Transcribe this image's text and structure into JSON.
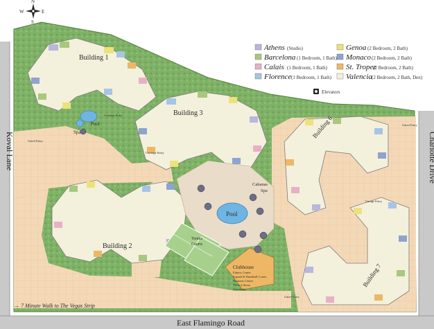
{
  "compass": {
    "n": "N",
    "s": "S",
    "e": "E",
    "w": "W"
  },
  "roads": {
    "left": "Koval Lane",
    "right": "Charlotte Drive",
    "bottom": "East Flamingo Road"
  },
  "walk_note": "7 Minute Walk to The Vegas Strip",
  "buildings": {
    "b1": "Building 1",
    "b2": "Building 2",
    "b3": "Building 3",
    "b6": "Building 6",
    "b7": "Building 7"
  },
  "amenities": {
    "pool_small": "Pool",
    "spa_small": "Spa",
    "pool_main": "Pool",
    "cabanas_line1": "Cabanas",
    "cabanas_line2": "Spa",
    "tennis_line1": "Tennis",
    "tennis_line2": "Courts",
    "clubhouse_title": "Clubhouse",
    "clubhouse_lines": [
      "Fitness Center",
      "Squash & Handball Courts",
      "Business Center",
      "Video Library",
      "Concierge"
    ]
  },
  "gates": {
    "gated_entry": "Gated Entry",
    "garage_entry": "Garage Entry",
    "carriage_entry": "Carriage Entry"
  },
  "legend": {
    "items": [
      {
        "name": "Athens",
        "desc": "(Studio)",
        "color": "#b9b7dc"
      },
      {
        "name": "Barcelona",
        "desc": "(1 Bedroom, 1 Bath)",
        "color": "#a9c77e"
      },
      {
        "name": "Calais",
        "desc": "(1 Bedroom, 1 Bath)",
        "color": "#e7b0c8"
      },
      {
        "name": "Florence",
        "desc": "(1 Bedroom, 1 Bath)",
        "color": "#a8c4e4"
      },
      {
        "name": "Genoa",
        "desc": "(2 Bedroom, 2 Bath)",
        "color": "#ece27a"
      },
      {
        "name": "Monaco",
        "desc": "(2 Bedroom, 2 Bath)",
        "color": "#8fa3cf"
      },
      {
        "name": "St. Tropez",
        "desc": "(2 Bedroom, 2 Bath)",
        "color": "#edb765"
      },
      {
        "name": "Valencia",
        "desc": "(2 Bedroom, 2 Bath, Den)",
        "color": "#f3f0dc"
      }
    ],
    "elevators": "Elevators"
  }
}
